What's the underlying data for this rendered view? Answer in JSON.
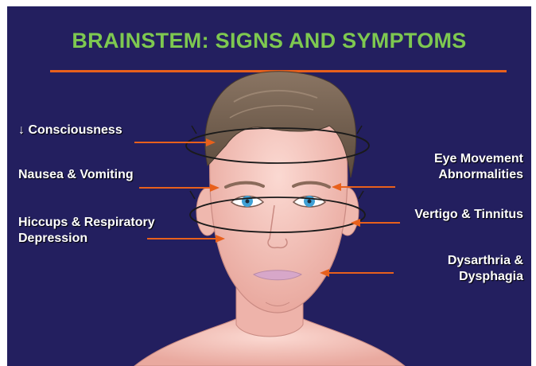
{
  "slide": {
    "title": "BRAINSTEM: SIGNS AND SYMPTOMS",
    "colors": {
      "background": "#231f5f",
      "title": "#7ec850",
      "rule": "#e8601c",
      "arrow": "#e8601c",
      "label": "#ffffff",
      "skin": "#f6c7c0",
      "hair": "#6e5a4a",
      "iris": "#3fa1d6"
    },
    "labels_left": [
      {
        "id": "consciousness",
        "arrow_glyph": "↓",
        "text": "Consciousness"
      },
      {
        "id": "nausea",
        "text": "Nausea & Vomiting"
      },
      {
        "id": "hiccups",
        "line1": "Hiccups & Respiratory",
        "line2": "Depression"
      }
    ],
    "labels_right": [
      {
        "id": "eye-movement",
        "line1": "Eye Movement",
        "line2": "Abnormalities"
      },
      {
        "id": "vertigo",
        "text": "Vertigo & Tinnitus"
      },
      {
        "id": "dysarthria",
        "line1": "Dysarthria &",
        "line2": "Dysphagia"
      }
    ]
  }
}
